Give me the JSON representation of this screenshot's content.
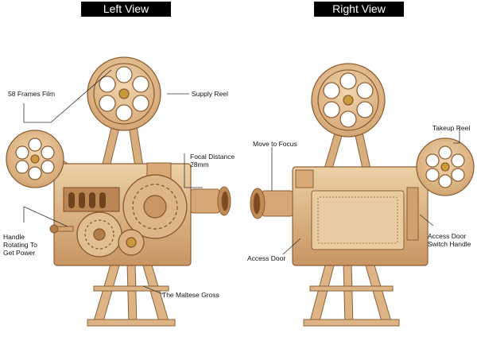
{
  "views": {
    "left_title": "Left View",
    "right_title": "Right View"
  },
  "callouts": {
    "frames_film": "58 Frames Film",
    "supply_reel": "Supply Reel",
    "focal_distance": "Focal Distance\n28mm",
    "handle": "Handle\nRotating To\nGet Power",
    "maltese_cross": "The Maltese Gross",
    "move_to_focus": "Move to Focus",
    "access_door": "Access Door",
    "takeup_reel": "Takeup Reel",
    "access_door_switch": "Access Door\nSwitch Handle"
  },
  "colors": {
    "wood_light": "#e6c49a",
    "wood_mid": "#d2a674",
    "wood_dark": "#9a6a3c",
    "brass": "#c89a3a"
  }
}
